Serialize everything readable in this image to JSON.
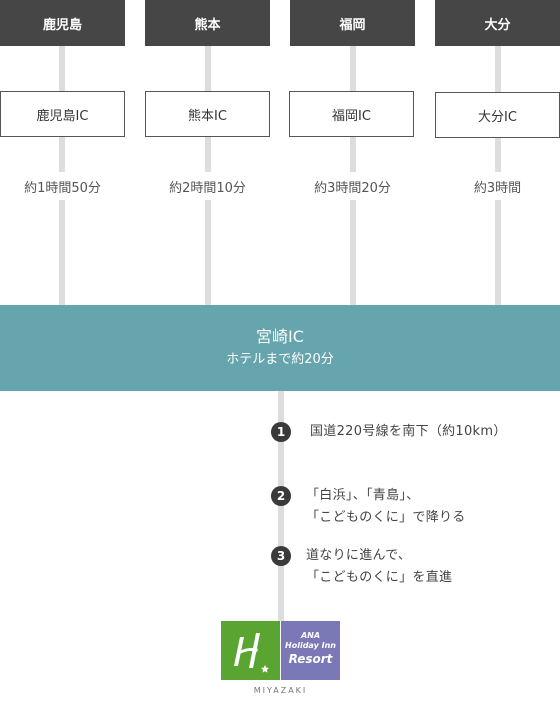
{
  "routes": [
    {
      "city": "鹿児島",
      "ic": "鹿児島IC",
      "time": "約1時間50分"
    },
    {
      "city": "熊本",
      "ic": "熊本IC",
      "time": "約2時間10分"
    },
    {
      "city": "福岡",
      "ic": "福岡IC",
      "time": "約3時間20分"
    },
    {
      "city": "大分",
      "ic": "大分IC",
      "time": "約3時間"
    }
  ],
  "junction": {
    "title": "宮崎IC",
    "subtitle": "ホテルまで約20分"
  },
  "steps": [
    {
      "num": "1",
      "text": "国道220号線を南下（約10km）"
    },
    {
      "num": "2",
      "text": "「白浜」、「青島」、\n「こどものくに」で降りる"
    },
    {
      "num": "3",
      "text": "道なりに進んで、\n「こどものくに」を直進"
    }
  ],
  "logo": {
    "line1": "ANA",
    "line2": "Holiday Inn",
    "line3": "Resort",
    "caption": "MIYAZAKI"
  },
  "colors": {
    "city_header": "#464646",
    "band": "#66a4ae",
    "line": "#dddddd",
    "step_circle": "#3a3a3a",
    "logo_green": "#5aa531",
    "logo_purple": "#7a78b6"
  }
}
